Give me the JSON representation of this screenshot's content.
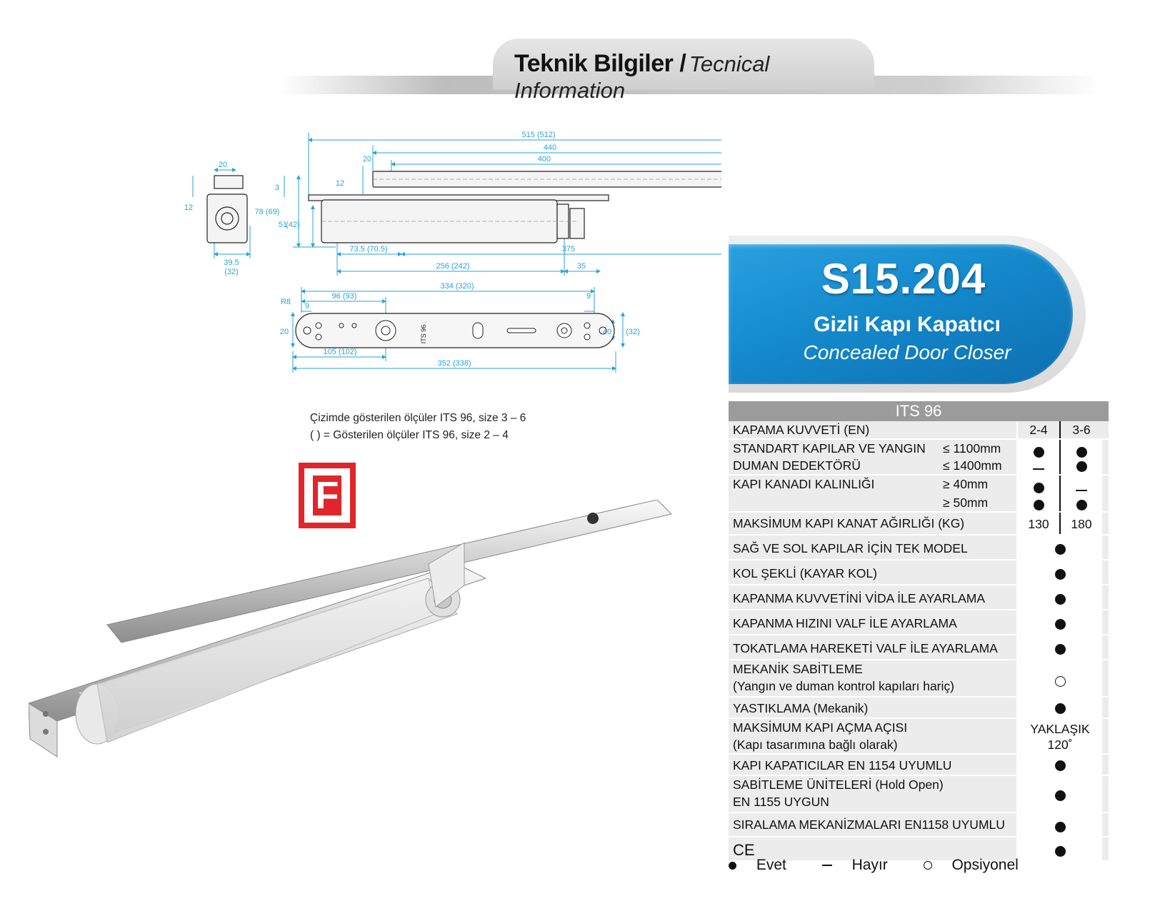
{
  "header": {
    "title_tr": "Teknik Bilgiler /",
    "title_en": "Tecnical Information"
  },
  "product": {
    "code": "S15.204",
    "name_tr": "Gizli Kapı Kapatıcı",
    "name_en": "Concealed Door Closer"
  },
  "drawing": {
    "dims_top": [
      "515 (512)",
      "440",
      "20",
      "400"
    ],
    "dims_side": [
      "20",
      "12",
      "39.5",
      "(32)",
      "78 (69)",
      "3",
      "51",
      "(42)",
      "12"
    ],
    "dims_bottom": [
      "73.5 (70.5)",
      "375",
      "256 (242)",
      "35"
    ],
    "dims_plate_top": [
      "96 (93)",
      "334 (320)",
      "9",
      "9",
      "R8"
    ],
    "dims_plate_side": [
      "20",
      "40",
      "(32)"
    ],
    "dims_plate_bottom": [
      "105 (102)",
      "352 (338)"
    ],
    "plate_mark": "ITS 96"
  },
  "notes": [
    "Çizimde gösterilen ölçüler ITS 96, size 3 – 6",
    "( ) = Gösterilen ölçüler ITS 96, size 2 – 4"
  ],
  "badge": {
    "letter": "F",
    "color": "#e0262b"
  },
  "table": {
    "title": "ITS 96",
    "rows": {
      "r1": {
        "label": "KAPAMA KUVVETİ (EN)",
        "c1": "2-4",
        "c2": "3-6"
      },
      "r2": {
        "label_a": "STANDART KAPILAR VE YANGIN",
        "label_b": "DUMAN DEDEKTÖRÜ",
        "sub_a": "≤ 1100mm",
        "sub_b": "≤ 1400mm"
      },
      "r3": {
        "label": "KAPI KANADI KALINLIĞI",
        "sub_a": "≥ 40mm",
        "sub_b": "≥ 50mm"
      },
      "r4": {
        "label": "MAKSİMUM KAPI KANAT AĞIRLIĞI (KG)",
        "c1": "130",
        "c2": "180"
      },
      "r5": {
        "label": "SAĞ VE SOL KAPILAR İÇİN TEK MODEL"
      },
      "r6": {
        "label": "KOL ŞEKLİ (KAYAR KOL)"
      },
      "r7": {
        "label": "KAPANMA KUVVETİNİ VİDA İLE AYARLAMA"
      },
      "r8": {
        "label": "KAPANMA HIZINI VALF İLE AYARLAMA"
      },
      "r9": {
        "label": "TOKATLAMA HAREKETİ VALF İLE AYARLAMA"
      },
      "r10": {
        "label_a": "MEKANİK SABİTLEME",
        "label_b": "(Yangın ve duman kontrol kapıları hariç)"
      },
      "r11": {
        "label": "YASTIKLAMA (Mekanik)"
      },
      "r12": {
        "label_a": "MAKSİMUM KAPI AÇMA AÇISI",
        "label_b": "(Kapı tasarımına bağlı olarak)",
        "val_a": "YAKLAŞIK",
        "val_b": "120˚"
      },
      "r13": {
        "label": "KAPI KAPATICILAR EN 1154 UYUMLU"
      },
      "r14": {
        "label_a": "SABİTLEME ÜNİTELERİ (Hold Open)",
        "label_b": "EN 1155 UYGUN"
      },
      "r15": {
        "label": "SIRALAMA MEKANİZMALARI EN1158 UYUMLU"
      },
      "r16": {
        "label": "CE"
      }
    }
  },
  "legend": {
    "yes": "Evet",
    "no": "Hayır",
    "opt": "Opsiyonel"
  },
  "colors": {
    "accent_blue": "#1489cc",
    "dim_blue": "#2aa3d8",
    "badge_red": "#e0262b"
  }
}
